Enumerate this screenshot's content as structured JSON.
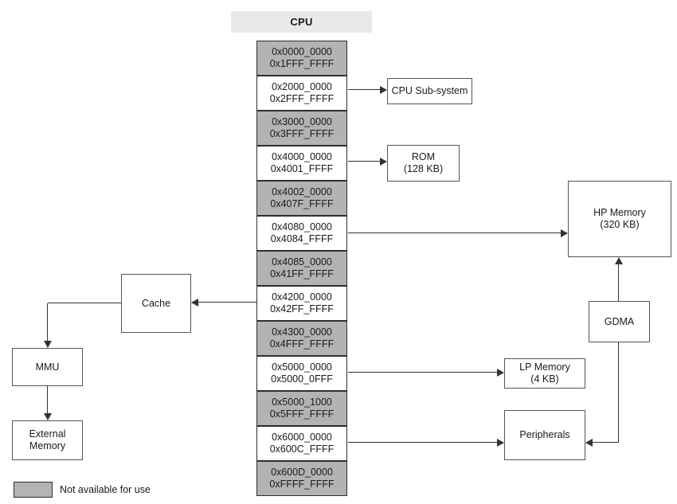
{
  "header": {
    "title": "CPU"
  },
  "memory_map": {
    "blocks": [
      {
        "start": "0x0000_0000",
        "end": "0x1FFF_FFFF",
        "unavailable": true
      },
      {
        "start": "0x2000_0000",
        "end": "0x2FFF_FFFF",
        "unavailable": false
      },
      {
        "start": "0x3000_0000",
        "end": "0x3FFF_FFFF",
        "unavailable": true
      },
      {
        "start": "0x4000_0000",
        "end": "0x4001_FFFF",
        "unavailable": false
      },
      {
        "start": "0x4002_0000",
        "end": "0x407F_FFFF",
        "unavailable": true
      },
      {
        "start": "0x4080_0000",
        "end": "0x4084_FFFF",
        "unavailable": false
      },
      {
        "start": "0x4085_0000",
        "end": "0x41FF_FFFF",
        "unavailable": true
      },
      {
        "start": "0x4200_0000",
        "end": "0x42FF_FFFF",
        "unavailable": false
      },
      {
        "start": "0x4300_0000",
        "end": "0x4FFF_FFFF",
        "unavailable": true
      },
      {
        "start": "0x5000_0000",
        "end": "0x5000_0FFF",
        "unavailable": false
      },
      {
        "start": "0x5000_1000",
        "end": "0x5FFF_FFFF",
        "unavailable": true
      },
      {
        "start": "0x6000_0000",
        "end": "0x600C_FFFF",
        "unavailable": false
      },
      {
        "start": "0x600D_0000",
        "end": "0xFFFF_FFFF",
        "unavailable": true
      }
    ]
  },
  "components": {
    "cpu_subsystem": {
      "label": "CPU Sub-system"
    },
    "rom": {
      "label": "ROM",
      "size": "(128 KB)"
    },
    "hp_memory": {
      "label": "HP Memory",
      "size": "(320 KB)"
    },
    "gdma": {
      "label": "GDMA"
    },
    "lp_memory": {
      "label": "LP Memory",
      "size": "(4 KB)"
    },
    "peripherals": {
      "label": "Peripherals"
    },
    "cache": {
      "label": "Cache"
    },
    "mmu": {
      "label": "MMU"
    },
    "external_memory": {
      "line1": "External",
      "line2": "Memory"
    }
  },
  "connections": [
    {
      "from": "0x2000_0000-0x2FFF_FFFF",
      "to": "CPU Sub-system"
    },
    {
      "from": "0x4000_0000-0x4001_FFFF",
      "to": "ROM (128 KB)"
    },
    {
      "from": "0x4080_0000-0x4084_FFFF",
      "to": "HP Memory (320 KB)"
    },
    {
      "from": "0x4200_0000-0x42FF_FFFF",
      "to": "Cache"
    },
    {
      "from": "Cache",
      "to": "MMU"
    },
    {
      "from": "MMU",
      "to": "External Memory"
    },
    {
      "from": "0x5000_0000-0x5000_0FFF",
      "to": "LP Memory (4 KB)"
    },
    {
      "from": "0x6000_0000-0x600C_FFFF",
      "to": "Peripherals"
    },
    {
      "from": "GDMA",
      "to": "HP Memory (320 KB)"
    },
    {
      "from": "GDMA",
      "to": "Peripherals"
    }
  ],
  "legend": {
    "label": "Not available for use"
  },
  "colors": {
    "unavailable_fill": "#b3b3b3",
    "available_fill": "#ffffff",
    "block_border": "#2e2e2e",
    "box_border": "#555555",
    "header_fill": "#e9e9e9",
    "connector": "#333333",
    "text": "#1a1a1a",
    "background": "#ffffff"
  }
}
